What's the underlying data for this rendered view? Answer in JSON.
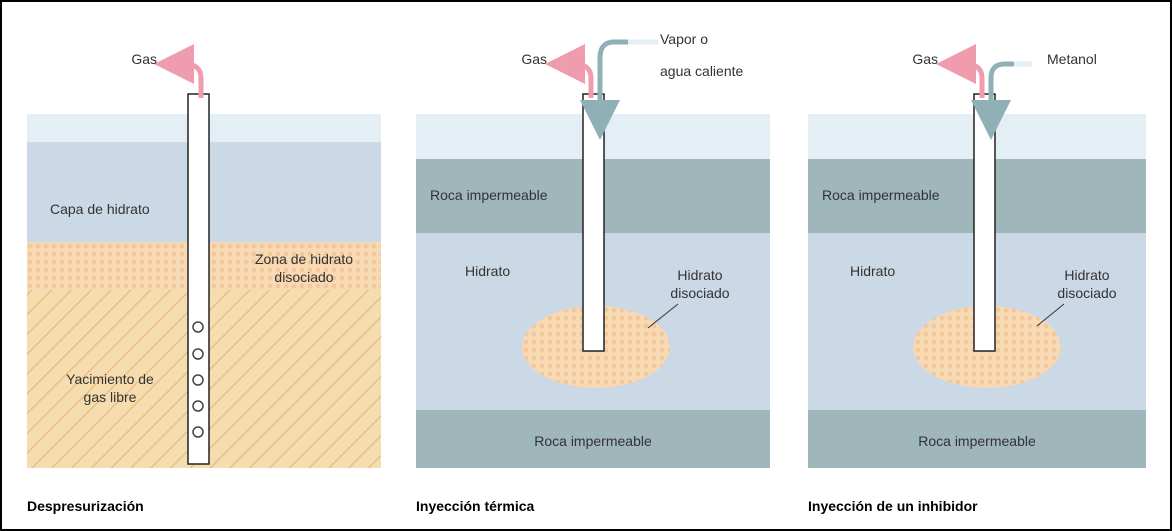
{
  "colors": {
    "sky": "#e4eef5",
    "hydrate_layer": "#cbd8e5",
    "impermeable_rock": "#9fb6bb",
    "dissociated_zone": "#f7d9b3",
    "gas_reservoir": "#f3d9a8",
    "gas_arrow": "#ef9cae",
    "injection_arrow": "#8fb0b5"
  },
  "panels": [
    {
      "caption": "Despresurización",
      "gas_label": "Gas",
      "layers": {
        "hydrate_layer": "Capa de hidrato",
        "dissociated_zone": [
          "Zona de hidrato",
          "disociado"
        ],
        "free_gas": [
          "Yacimiento de",
          "gas libre"
        ]
      }
    },
    {
      "caption": "Inyección térmica",
      "gas_label": "Gas",
      "injected": [
        "Vapor o",
        "agua caliente"
      ],
      "rock_top": "Roca impermeable",
      "hydrate": "Hidrato",
      "dissociated": [
        "Hidrato",
        "disociado"
      ],
      "rock_bottom": "Roca impermeable"
    },
    {
      "caption": "Inyección de un inhibidor",
      "gas_label": "Gas",
      "injected": [
        "Metanol"
      ],
      "rock_top": "Roca impermeable",
      "hydrate": "Hidrato",
      "dissociated": [
        "Hidrato",
        "disociado"
      ],
      "rock_bottom": "Roca impermeable"
    }
  ]
}
